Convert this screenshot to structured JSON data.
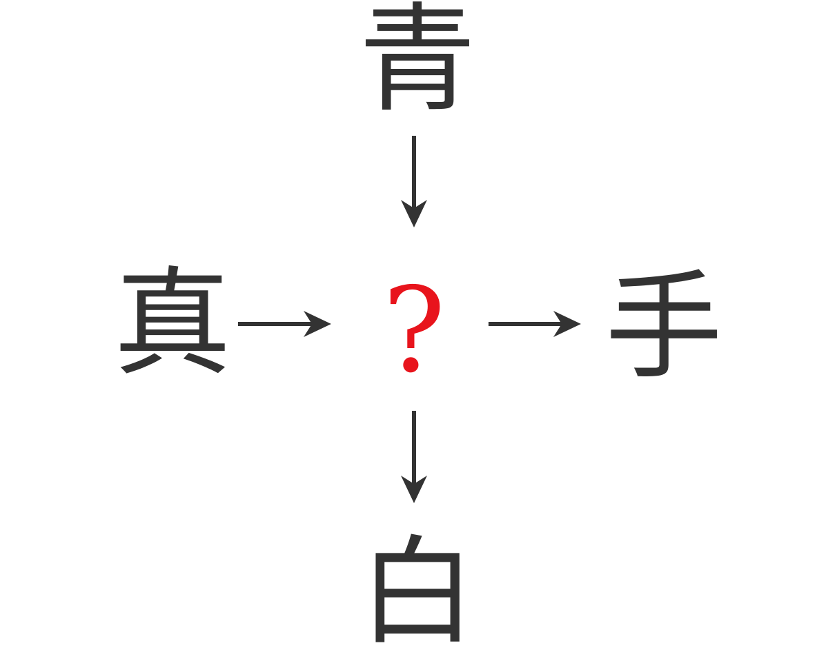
{
  "puzzle": {
    "top": "青",
    "left": "真",
    "center": "?",
    "right": "手",
    "bottom": "白"
  },
  "colors": {
    "text": "#333333",
    "question": "#e8141c",
    "arrow": "#333333"
  }
}
